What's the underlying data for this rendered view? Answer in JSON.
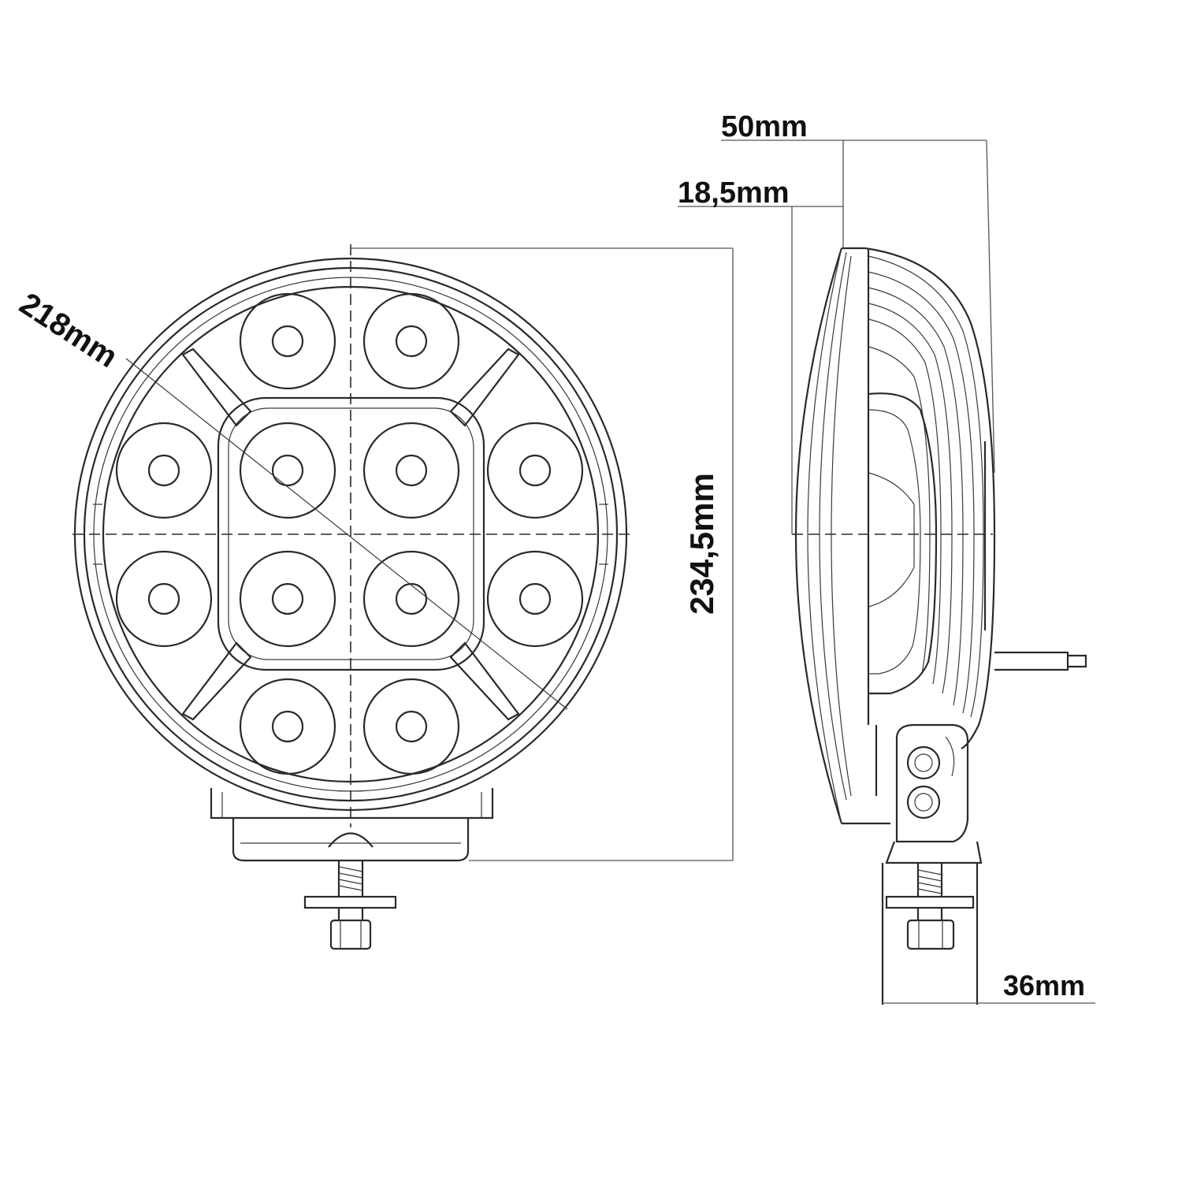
{
  "dimensions": {
    "width": "50mm",
    "front_offset": "18,5mm",
    "diameter": "218mm",
    "height": "234,5mm",
    "mount_width": "36mm"
  },
  "drawing": {
    "line_color": "#2a2a2a",
    "background": "#ffffff",
    "led_count": 12,
    "views": [
      "front-view",
      "side-view"
    ]
  }
}
